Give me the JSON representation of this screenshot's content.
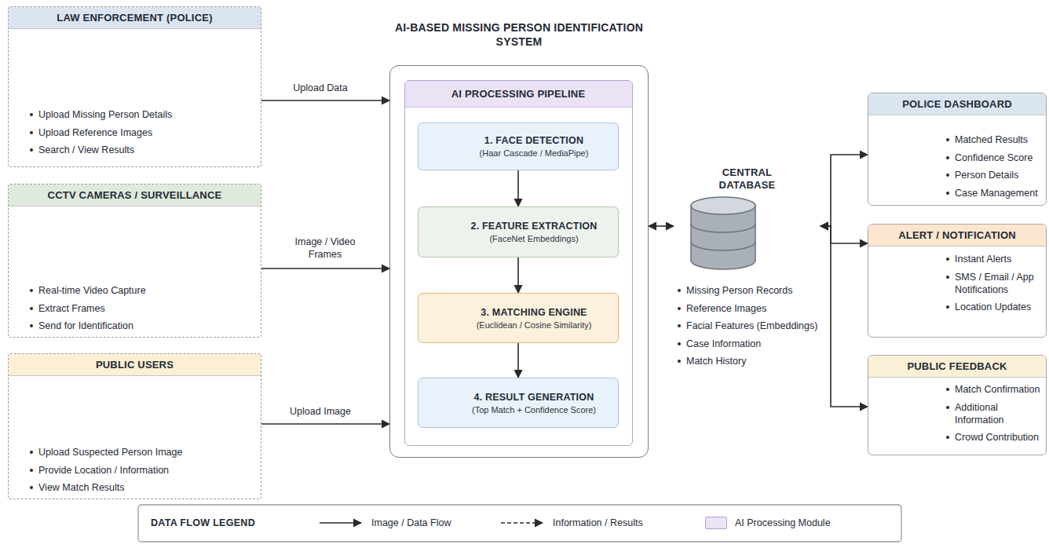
{
  "diagram": {
    "nodes": [
      {
        "text": [
          "LAW ENFORCEMENT (POLICE)",
          "Upload Missing Person Details",
          "Upload Reference Images",
          "Search / View Results"
        ]
      },
      {
        "text": [
          "CCTV CAMERAS / SURVEILLANCE",
          "Real-time Video Capture",
          "Extract Frames",
          "Send for Identification"
        ]
      },
      {
        "text": [
          "PUBLIC USERS",
          "Upload Suspected Person Image",
          "Provide Location / Information",
          "View Match Results"
        ]
      },
      {
        "text": [
          "AI-BASED MISSING PERSON IDENTIFICATION SYSTEM"
        ]
      },
      {
        "text": [
          "AI PROCESSING PIPELINE"
        ],
        "in": 3
      },
      {
        "text": [
          "1. FACE DETECTION",
          "(Haar Cascade / MediaPipe)"
        ],
        "in": 4
      },
      {
        "text": [
          "2. FEATURE EXTRACTION",
          "(FaceNet Embeddings)"
        ],
        "in": 4
      },
      {
        "text": [
          "3. MATCHING ENGINE",
          "(Euclidean / Cosine Similarity)"
        ],
        "in": 4
      },
      {
        "text": [
          "4. RESULT GENERATION",
          "(Top Match + Confidence Score)"
        ],
        "in": 4
      },
      {
        "text": [
          "CENTRAL DATABASE",
          "Missing Person Records",
          "Reference Images",
          "Facial Features (Embeddings)",
          "Case Information",
          "Match History"
        ]
      },
      {
        "text": [
          "POLICE DASHBOARD",
          "Matched Results",
          "Confidence Score",
          "Person Details",
          "Case Management"
        ]
      },
      {
        "text": [
          "ALERT / NOTIFICATION",
          "Instant Alerts",
          "SMS / Email / App Notifications",
          "Location Updates"
        ]
      },
      {
        "text": [
          "PUBLIC FEEDBACK",
          "Match Confirmation",
          "Additional Information",
          "Crowd Contribution"
        ]
      }
    ],
    "edges": [
      {
        "from": 0,
        "to": 3,
        "label": "Upload Data",
        "arrow": "to"
      },
      {
        "from": 1,
        "to": 3,
        "label": "Image / Video Frames",
        "arrow": "to"
      },
      {
        "from": 2,
        "to": 3,
        "label": "Upload Image",
        "arrow": "to"
      },
      {
        "from": 5,
        "to": 6,
        "arrow": "to"
      },
      {
        "from": 6,
        "to": 7,
        "arrow": "to"
      },
      {
        "from": 7,
        "to": 8,
        "arrow": "to"
      },
      {
        "from": 3,
        "to": 9,
        "arrow": "both"
      },
      {
        "from": 9,
        "to": 10,
        "arrow": "both"
      },
      {
        "from": 9,
        "to": 11,
        "arrow": "both"
      },
      {
        "from": 9,
        "to": 12,
        "arrow": "both"
      }
    ],
    "labels": [
      "1",
      "DATA FLOW LEGEND"
    ],
    "legend": [
      {
        "text": "Image / Data Flow"
      },
      {
        "text": "Information / Results"
      },
      {
        "text": "AI Processing Module",
        "color": "#ebe3f5"
      }
    ]
  }
}
